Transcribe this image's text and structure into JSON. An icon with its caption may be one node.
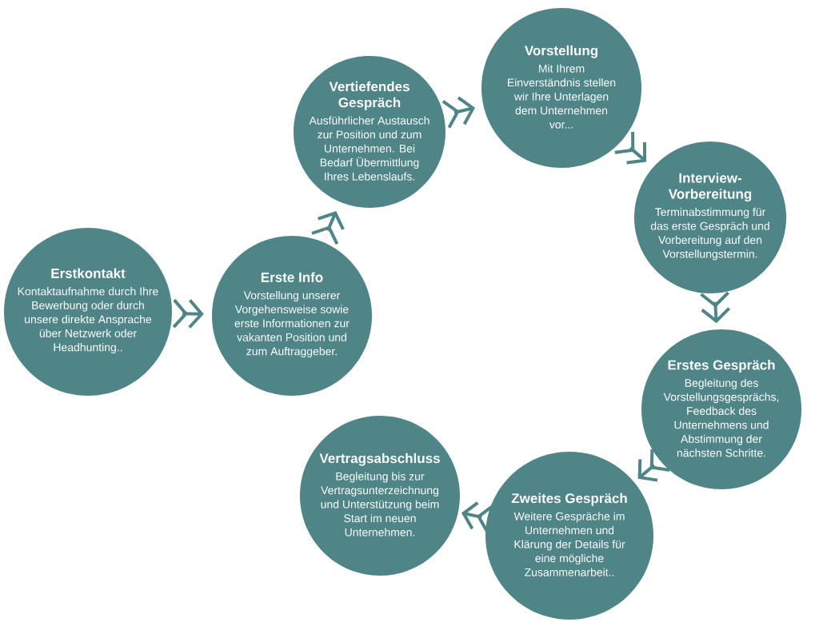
{
  "diagram": {
    "nodes": [
      {
        "text": [
          "Erstkontakt",
          "Kontaktaufnahme durch Ihre Bewerbung oder durch unsere direkte Ansprache über Netzwerk oder Headhunting.."
        ]
      },
      {
        "text": [
          "Erste Info",
          "Vorstellung unserer Vorgehensweise sowie erste Informationen zur vakanten Position und zum Auftraggeber."
        ]
      },
      {
        "text": [
          "Vertiefendes Gespräch",
          "Ausführlicher Austausch zur Position und zum Unternehmen. Bei Bedarf Übermittlung Ihres Lebenslaufs."
        ]
      },
      {
        "text": [
          "Vorstellung",
          "Mit Ihrem Einverständnis stellen wir Ihre Unterlagen dem Unternehmen vor..."
        ]
      },
      {
        "text": [
          "Interview-Vorbereitung",
          "Terminabstimmung für das erste Gespräch und Vorbereitung auf den Vorstellungstermin."
        ]
      },
      {
        "text": [
          "Erstes Gespräch",
          "Begleitung des Vorstellungsgesprächs, Feedback des Unternehmens und Abstimmung der nächsten Schritte."
        ]
      },
      {
        "text": [
          "Zweites Gespräch",
          "Weitere Gespräche im Unternehmen und Klärung der Details für eine mögliche Zusammenarbeit.."
        ]
      },
      {
        "text": [
          "Vertragsabschluss",
          "Begleitung bis zur Vertragsunterzeichnung und Unterstützung beim Start im neuen Unternehmen."
        ]
      }
    ],
    "edges": [
      {
        "from": 0,
        "to": 1,
        "arrow": "to"
      },
      {
        "from": 1,
        "to": 2,
        "arrow": "to"
      },
      {
        "from": 2,
        "to": 3,
        "arrow": "to"
      },
      {
        "from": 3,
        "to": 4,
        "arrow": "to"
      },
      {
        "from": 4,
        "to": 5,
        "arrow": "to"
      },
      {
        "from": 5,
        "to": 6,
        "arrow": "to"
      },
      {
        "from": 6,
        "to": 7,
        "arrow": "to"
      }
    ]
  }
}
